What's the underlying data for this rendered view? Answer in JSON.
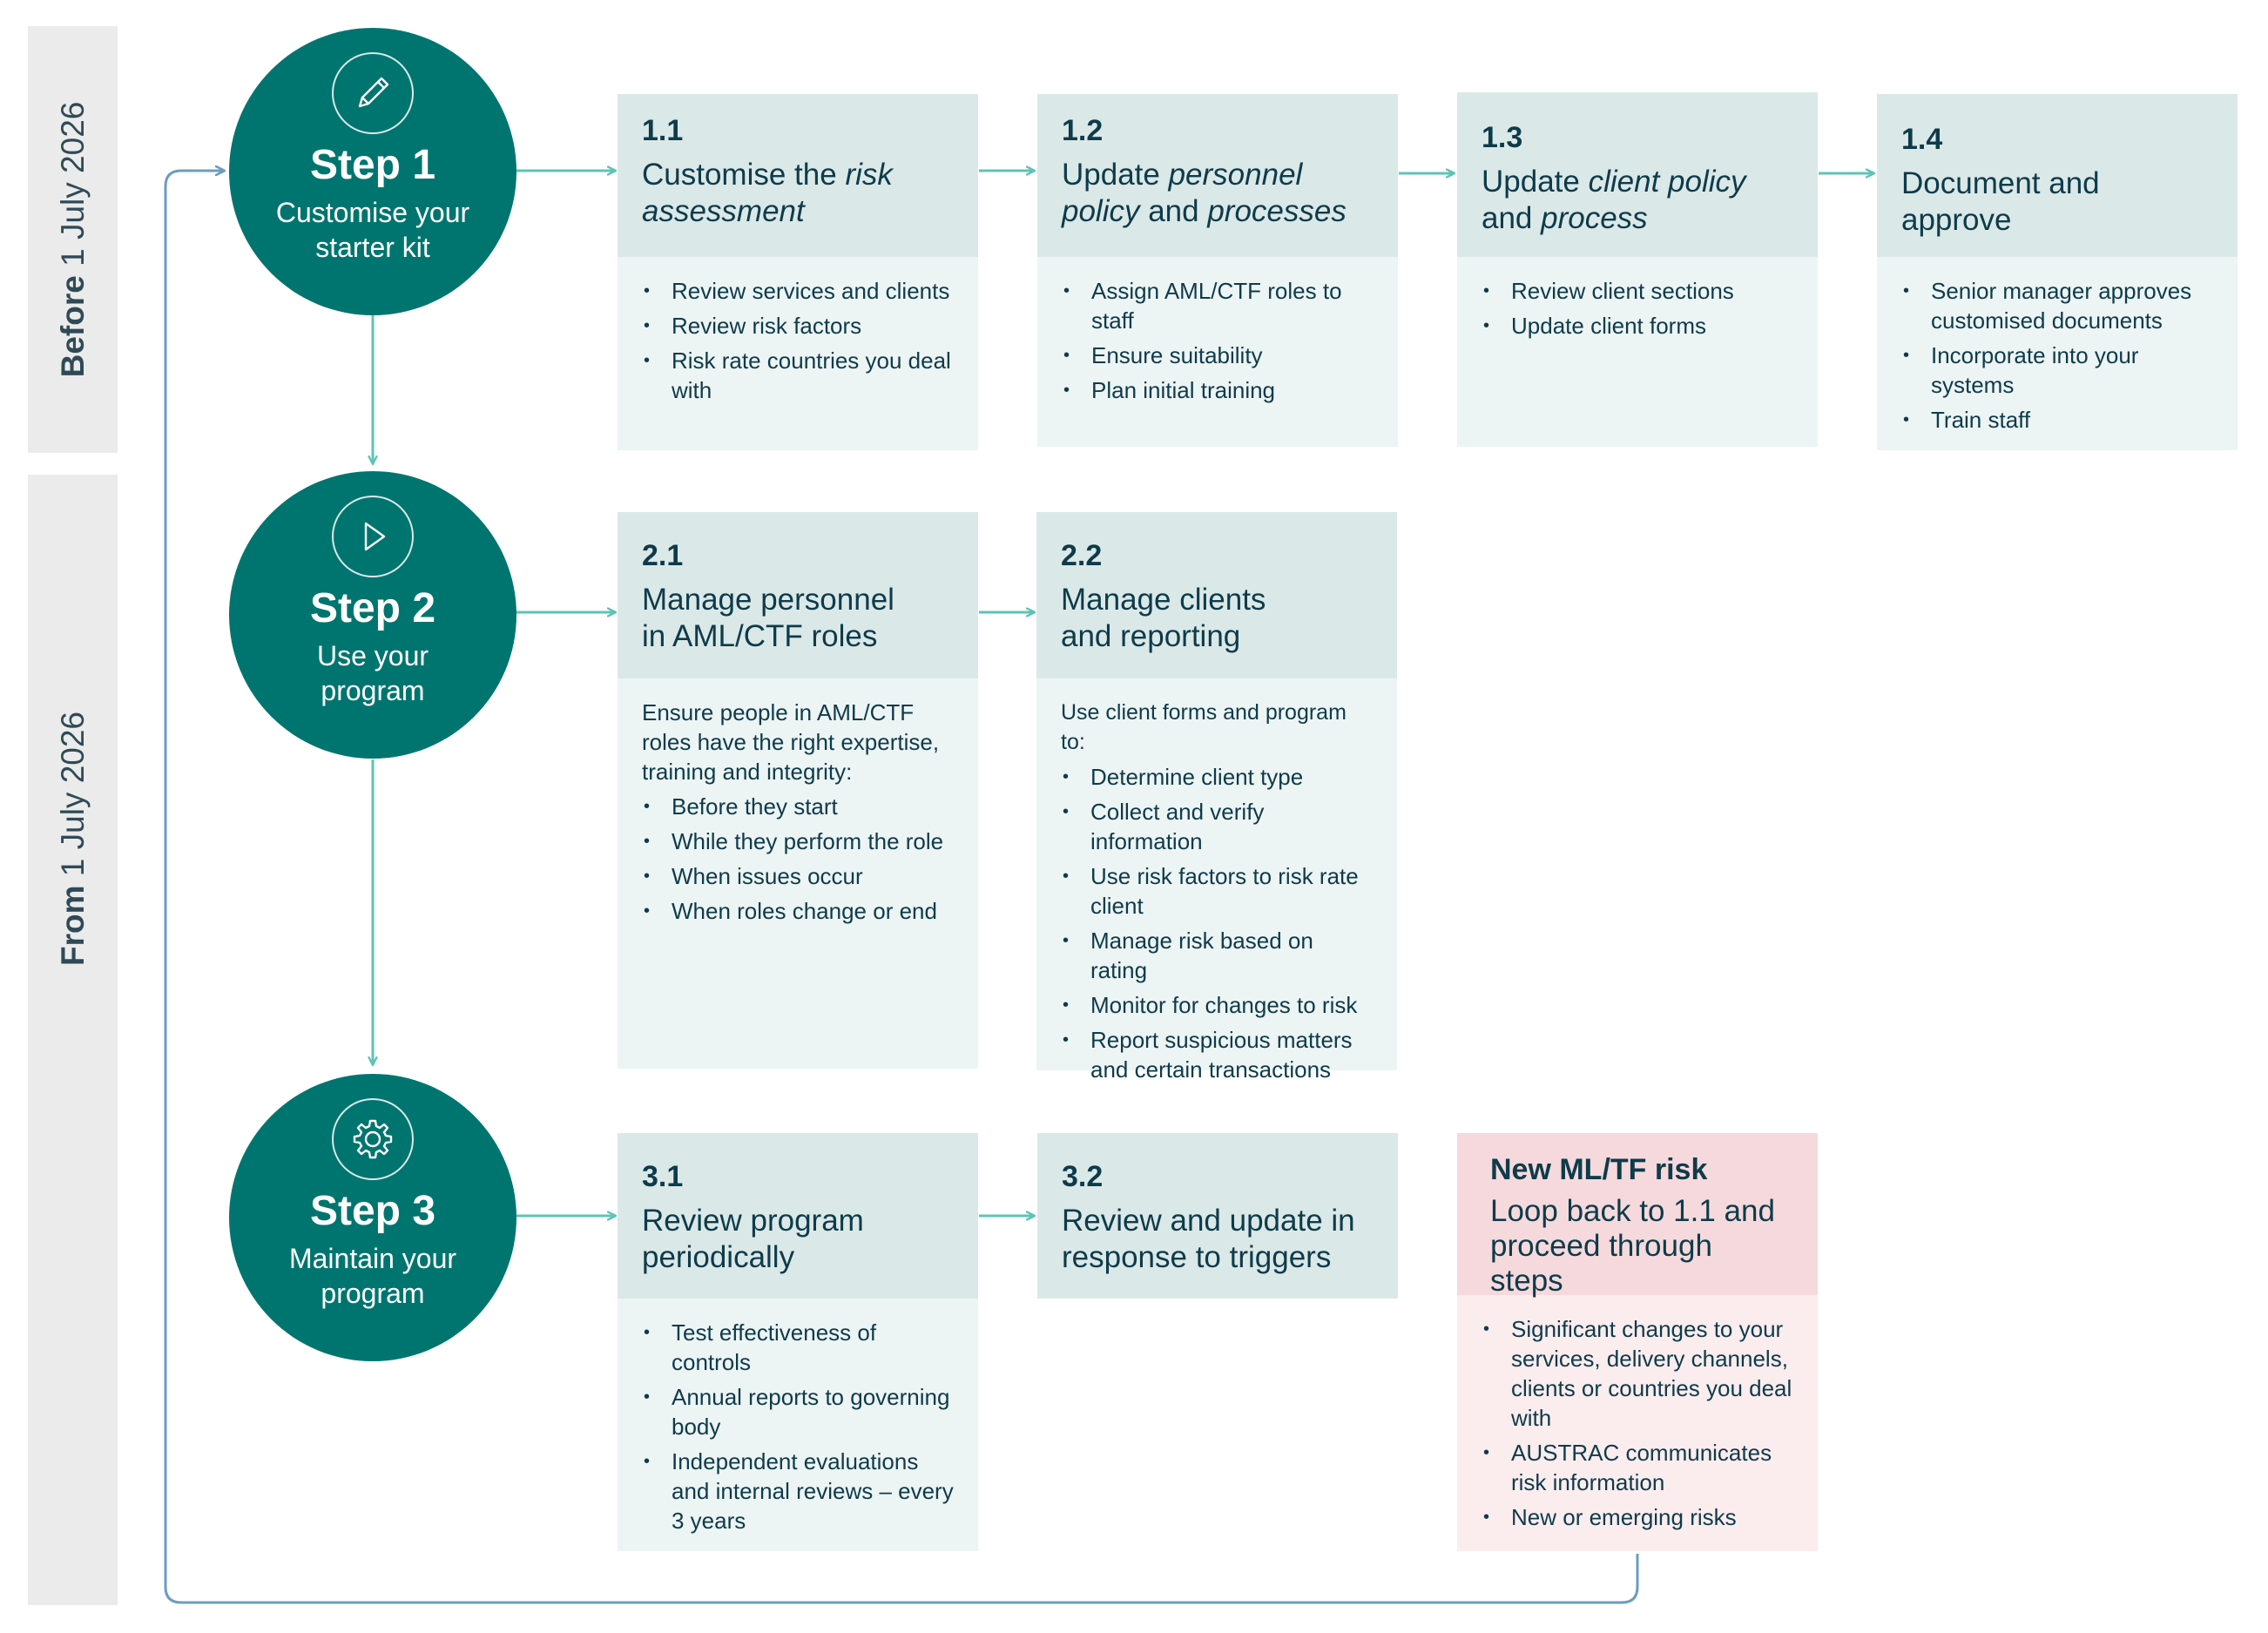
{
  "bands": {
    "before": {
      "bold": "Before",
      "rest": " 1 July 2026"
    },
    "from": {
      "bold": "From",
      "rest": " 1 July 2026"
    }
  },
  "steps": [
    {
      "title": "Step 1",
      "subtitle": "Customise your starter kit",
      "icon": "pencil-icon"
    },
    {
      "title": "Step 2",
      "subtitle": "Use your program",
      "icon": "play-icon"
    },
    {
      "title": "Step 3",
      "subtitle": "Maintain your program",
      "icon": "gear-icon"
    }
  ],
  "cards": {
    "c1_1": {
      "num": "1.1",
      "title_pre": "Customise the ",
      "title_em": "risk assessment",
      "title_post": "",
      "items": [
        "Review services and clients",
        "Review risk factors",
        "Risk rate countries you deal with"
      ]
    },
    "c1_2": {
      "num": "1.2",
      "title_pre": "Update ",
      "title_em": "personnel policy",
      "title_mid": " and ",
      "title_em2": "processes",
      "items": [
        "Assign AML/CTF roles to staff",
        "Ensure suitability",
        "Plan initial training"
      ]
    },
    "c1_3": {
      "num": "1.3",
      "title_pre": "Update ",
      "title_em": "client policy",
      "title_mid": " and ",
      "title_em2": "process",
      "items": [
        "Review client sections",
        "Update client forms"
      ]
    },
    "c1_4": {
      "num": "1.4",
      "title": "Document and approve",
      "items": [
        "Senior manager approves customised documents",
        "Incorporate into your systems",
        "Train staff"
      ]
    },
    "c2_1": {
      "num": "2.1",
      "title": "Manage personnel in AML/CTF roles",
      "intro": "Ensure people in AML/CTF roles have the right expertise, training and integrity:",
      "items": [
        "Before they start",
        "While they perform the role",
        "When issues occur",
        "When roles change or end"
      ]
    },
    "c2_2": {
      "num": "2.2",
      "title": "Manage clients and reporting",
      "intro": "Use client forms and program to:",
      "items": [
        "Determine client type",
        "Collect and verify information",
        "Use risk factors to risk rate client",
        "Manage risk based on rating",
        "Monitor for changes to risk",
        "Report suspicious matters and certain transactions"
      ]
    },
    "c3_1": {
      "num": "3.1",
      "title": "Review program periodically",
      "items": [
        "Test effectiveness of controls",
        "Annual reports to governing body",
        "Independent evaluations and internal reviews – every 3 years"
      ]
    },
    "c3_2": {
      "num": "3.2",
      "title": "Review and update in response to triggers",
      "items": []
    },
    "risk": {
      "title": "New ML/TF risk",
      "subtitle": "Loop back to 1.1 and proceed through steps",
      "items": [
        "Significant changes to your services, delivery channels, clients or countries you deal with",
        "AUSTRAC communicates risk information",
        "New or emerging risks"
      ]
    }
  },
  "colors": {
    "teal": "#00756f",
    "arrow": "#5fc3b5",
    "loop": "#6b9cbf",
    "card_head": "#dbe8e8",
    "card_body": "#edf4f4",
    "risk_head": "#f6d9dc",
    "risk_body": "#fbecee"
  }
}
